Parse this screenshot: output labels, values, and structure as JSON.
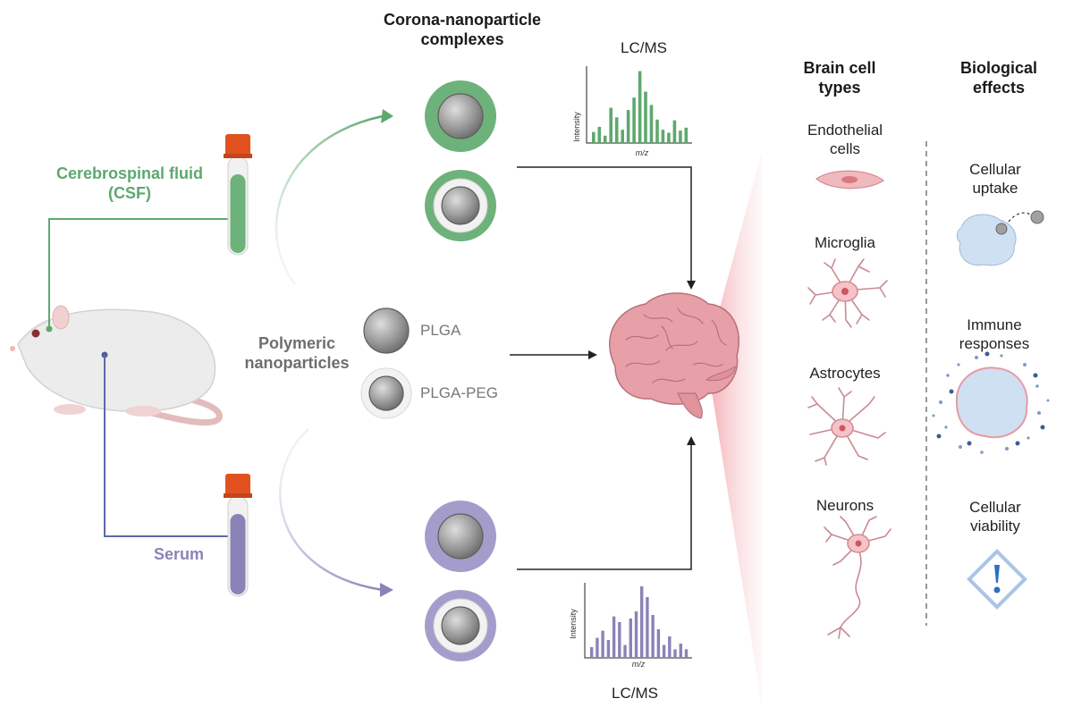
{
  "labels": {
    "corona_title": "Corona-nanoparticle complexes",
    "csf": "Cerebrospinal fluid (CSF)",
    "serum": "Serum",
    "polymeric": "Polymeric nanoparticles",
    "plga": "PLGA",
    "plga_peg": "PLGA-PEG",
    "lcms_top": "LC/MS",
    "lcms_bottom": "LC/MS",
    "intensity": "Intensity",
    "mz": "m/z"
  },
  "brain_cell_types": {
    "title": "Brain cell types",
    "items": [
      "Endothelial cells",
      "Microglia",
      "Astrocytes",
      "Neurons"
    ]
  },
  "biological_effects": {
    "title": "Biological effects",
    "items": [
      "Cellular uptake",
      "Immune responses",
      "Cellular viability"
    ]
  },
  "colors": {
    "csf_green": "#5ea86e",
    "serum_purple": "#8a83b8",
    "tube_cap": "#e2521f",
    "brain_pink": "#e8a0a8"
  },
  "chart_data": [
    {
      "type": "bar",
      "name": "LC/MS CSF",
      "xlabel": "m/z",
      "ylabel": "Intensity",
      "values": [
        0.15,
        0.22,
        0.1,
        0.48,
        0.35,
        0.18,
        0.45,
        0.62,
        0.98,
        0.7,
        0.52,
        0.32,
        0.18,
        0.14,
        0.31,
        0.17,
        0.21
      ]
    },
    {
      "type": "bar",
      "name": "LC/MS Serum",
      "xlabel": "m/z",
      "ylabel": "Intensity",
      "values": [
        0.15,
        0.28,
        0.38,
        0.25,
        0.58,
        0.5,
        0.18,
        0.55,
        0.65,
        1.0,
        0.85,
        0.6,
        0.4,
        0.18,
        0.3,
        0.12,
        0.2,
        0.12
      ]
    }
  ]
}
